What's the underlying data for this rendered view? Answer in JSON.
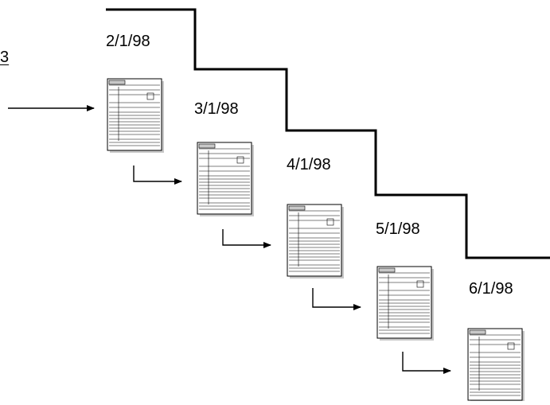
{
  "labels": {
    "fragment": "3",
    "dates": [
      "2/1/98",
      "3/1/98",
      "4/1/98",
      "5/1/98",
      "6/1/98"
    ]
  },
  "colors": {
    "line": "#000000",
    "doc_fill": "#ffffff",
    "doc_shadow": "#c8c8c8",
    "tab": "#c8c8c8"
  }
}
